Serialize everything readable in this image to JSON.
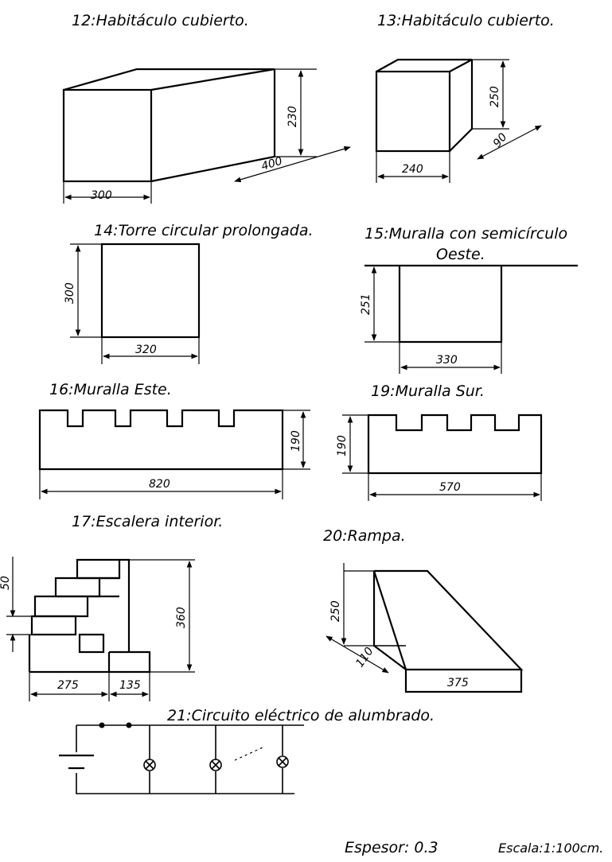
{
  "titles": {
    "t12": "12:Habitáculo cubierto.",
    "t13": "13:Habitáculo cubierto.",
    "t14": "14:Torre circular prolongada.",
    "t15a": "15:Muralla con semicírculo",
    "t15b": "Oeste.",
    "t16": "16:Muralla Este.",
    "t19": "19:Muralla Sur.",
    "t17": "17:Escalera interior.",
    "t20": "20:Rampa.",
    "t21": "21:Circuito eléctrico de alumbrado."
  },
  "dims": {
    "d12_w": "300",
    "d12_h": "230",
    "d12_d": "400",
    "d13_w": "240",
    "d13_h": "250",
    "d13_d": "90",
    "d14_h": "300",
    "d14_w": "320",
    "d15_h": "251",
    "d15_w": "330",
    "d16_h": "190",
    "d16_w": "820",
    "d19_h": "190",
    "d19_w": "570",
    "d17_step": "50",
    "d17_h": "360",
    "d17_a": "275",
    "d17_b": "135",
    "d20_h": "250",
    "d20_d": "110",
    "d20_w": "375"
  },
  "footer": {
    "espesor": "Espesor: 0.3",
    "escala": "Escala:1:100cm."
  }
}
